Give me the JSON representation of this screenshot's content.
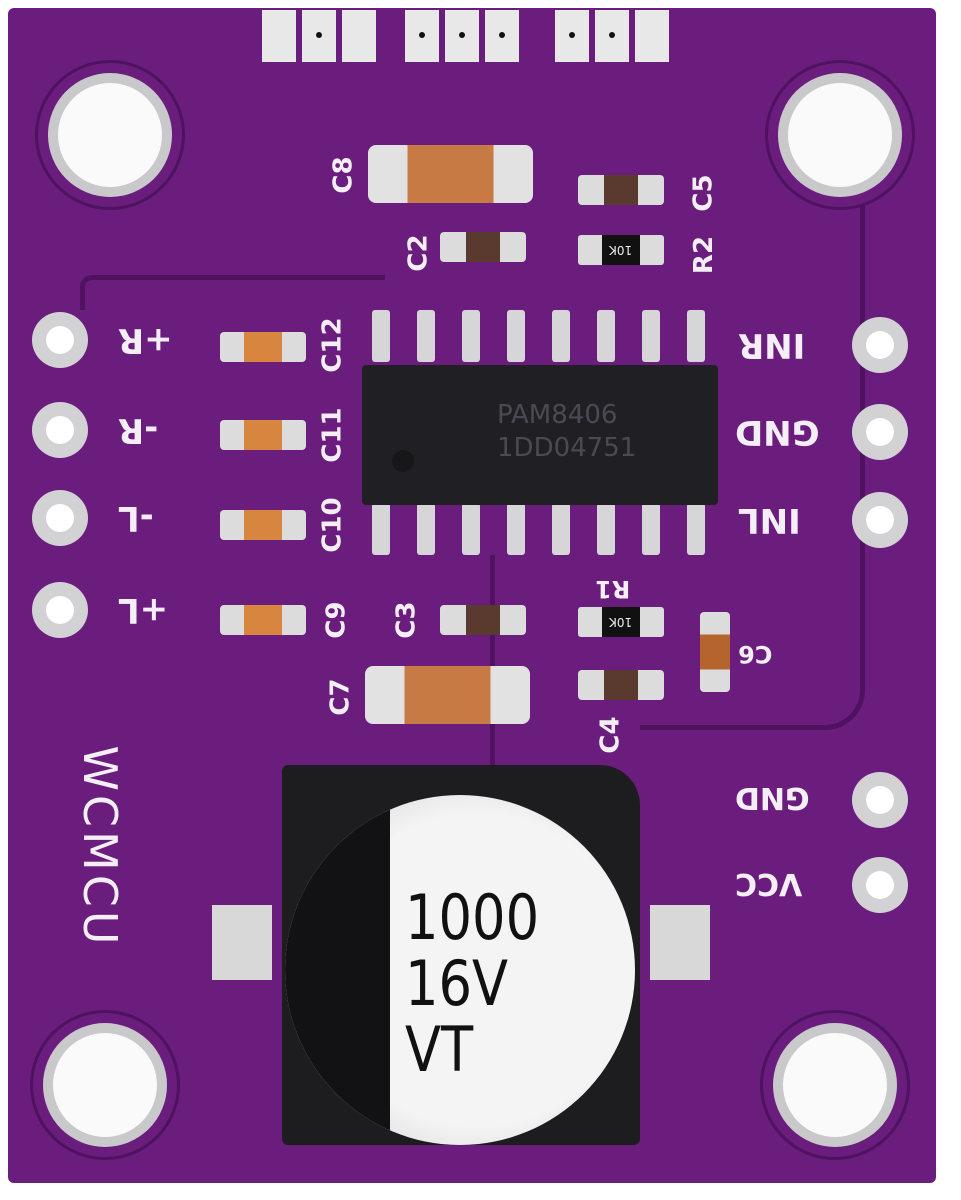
{
  "board": {
    "brand": "WCMCU",
    "color": "#6b1d7e"
  },
  "chip": {
    "line1": "PAM8406",
    "line2": "1DD04751"
  },
  "left_pins": [
    "+R",
    "-R",
    "-L",
    "+L"
  ],
  "right_pins": [
    "INR",
    "GND",
    "INL"
  ],
  "power_pins": [
    "GND",
    "VCC"
  ],
  "components": {
    "c8": "C8",
    "c2": "C2",
    "c5": "C5",
    "r2": "R2",
    "c12": "C12",
    "c11": "C11",
    "c10": "C10",
    "c9": "C9",
    "c3": "C3",
    "r1": "R1",
    "c6": "C6",
    "c4": "C4",
    "c7": "C7"
  },
  "resistor_value": "10K",
  "capacitor": {
    "value": "1000",
    "voltage": "16V",
    "brand": "VT"
  }
}
